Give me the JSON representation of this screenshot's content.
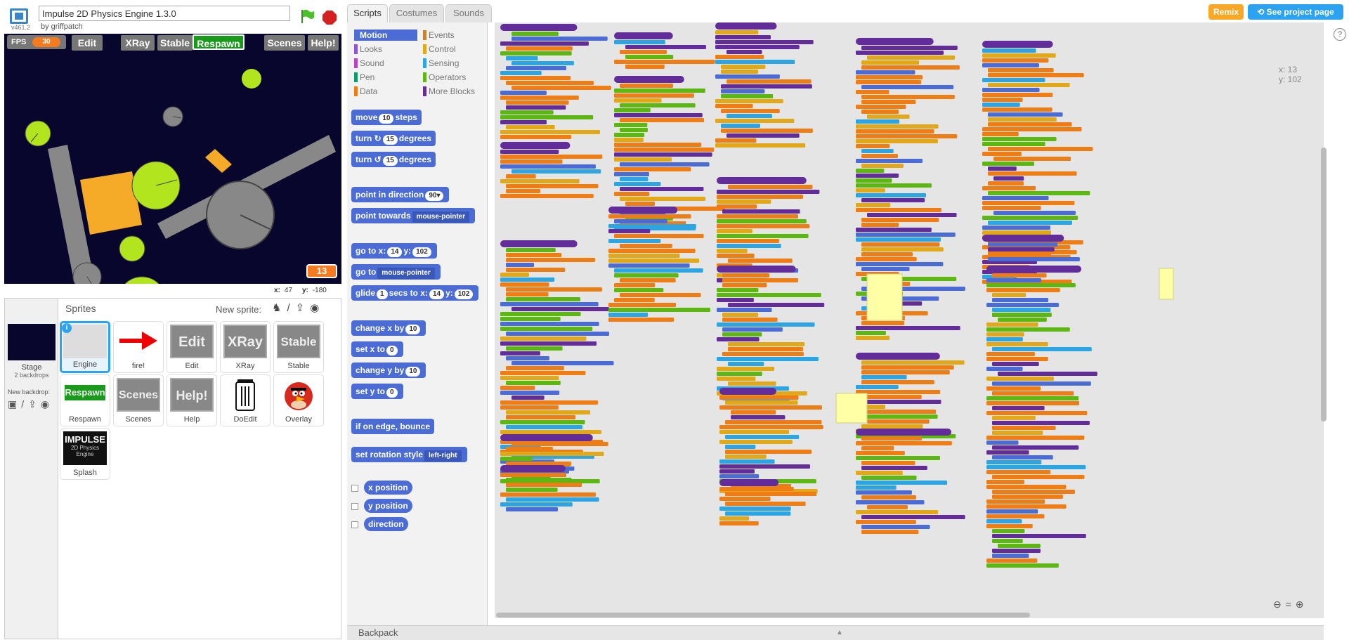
{
  "header": {
    "version": "v461.2",
    "project_title": "Impulse 2D Physics Engine 1.3.0",
    "author": "by griffpatch"
  },
  "stage": {
    "fps_label": "FPS",
    "fps_value": "30",
    "buttons": [
      "Edit",
      "XRay",
      "Stable",
      "Respawn",
      "Scenes",
      "Help!"
    ],
    "counter": "13",
    "mouse_x_label": "x:",
    "mouse_x": "47",
    "mouse_y_label": "y:",
    "mouse_y": "-180"
  },
  "sprites": {
    "title": "Sprites",
    "new_sprite_label": "New sprite:",
    "stage_label": "Stage",
    "backdrops_count": "2 backdrops",
    "new_backdrop_label": "New backdrop:",
    "items": [
      {
        "name": "Engine"
      },
      {
        "name": "fire!"
      },
      {
        "name": "Edit",
        "thumb_text": "Edit"
      },
      {
        "name": "XRay",
        "thumb_text": "XRay"
      },
      {
        "name": "Stable",
        "thumb_text": "Stable"
      },
      {
        "name": "Respawn",
        "thumb_text": "Respawn"
      },
      {
        "name": "Scenes",
        "thumb_text": "Scenes"
      },
      {
        "name": "Help",
        "thumb_text": "Help!"
      },
      {
        "name": "DoEdit"
      },
      {
        "name": "Overlay"
      },
      {
        "name": "Splash",
        "thumb_text": "IMPULSE",
        "thumb_sub": "2D Physics Engine"
      }
    ]
  },
  "tabs": [
    "Scripts",
    "Costumes",
    "Sounds"
  ],
  "categories": {
    "left": [
      "Motion",
      "Looks",
      "Sound",
      "Pen",
      "Data"
    ],
    "right": [
      "Events",
      "Control",
      "Sensing",
      "Operators",
      "More Blocks"
    ]
  },
  "blocks": {
    "move": {
      "a": "move",
      "v": "10",
      "b": "steps"
    },
    "turn_cw": {
      "a": "turn",
      "v": "15",
      "b": "degrees"
    },
    "turn_ccw": {
      "a": "turn",
      "v": "15",
      "b": "degrees"
    },
    "point_dir": {
      "a": "point in direction",
      "v": "90▾"
    },
    "point_towards": {
      "a": "point towards",
      "dd": "mouse-pointer"
    },
    "goto_xy": {
      "a": "go to x:",
      "x": "14",
      "b": "y:",
      "y": "102"
    },
    "goto": {
      "a": "go to",
      "dd": "mouse-pointer"
    },
    "glide": {
      "a": "glide",
      "s": "1",
      "b": "secs to x:",
      "x": "14",
      "c": "y:",
      "y": "102"
    },
    "change_x": {
      "a": "change x by",
      "v": "10"
    },
    "set_x": {
      "a": "set x to",
      "v": "0"
    },
    "change_y": {
      "a": "change y by",
      "v": "10"
    },
    "set_y": {
      "a": "set y to",
      "v": "0"
    },
    "bounce": {
      "a": "if on edge, bounce"
    },
    "rotation": {
      "a": "set rotation style",
      "dd": "left-right"
    },
    "x_position": "x position",
    "y_position": "y position",
    "direction": "direction"
  },
  "toolbar": {
    "remix": "Remix",
    "see_project": "See project page"
  },
  "sprite_info": {
    "x": "x: 13",
    "y": "y: 102"
  },
  "backpack": "Backpack",
  "colors": {
    "motion": "#4a6cd4",
    "looks": "#8a55d7",
    "sound": "#bb42c3",
    "pen": "#0e9a6c",
    "data": "#ee7d16",
    "events": "#c88330",
    "control": "#e1a91a",
    "sensing": "#2ca5e2",
    "operators": "#5cb712",
    "more_blocks": "#632d99",
    "stage_bg": "#08062d",
    "accent_orange": "#f47b20",
    "accent_blue": "#2ba3f0"
  }
}
